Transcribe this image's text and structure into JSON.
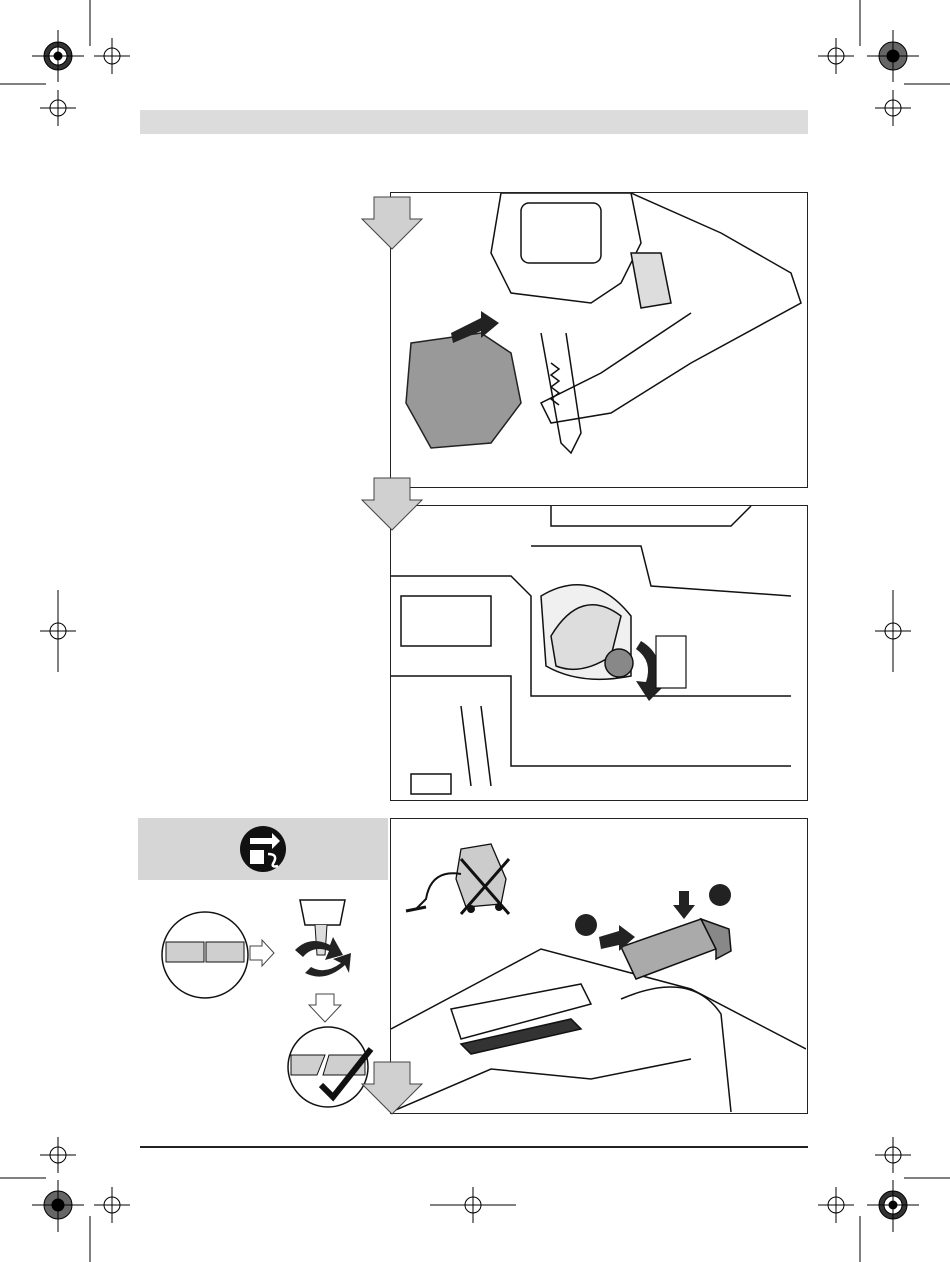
{
  "page": {
    "background": "#ffffff",
    "header_bar_color": "#dcdcdc"
  },
  "panels": [
    {
      "id": "attach-guard",
      "description_icons": [
        "down-arrow-icon",
        "chip-guard-icon",
        "push-arrow-icon"
      ]
    },
    {
      "id": "stroke-selector",
      "description_icons": [
        "down-arrow-icon",
        "lever-icon",
        "rotate-arrow-icon"
      ]
    },
    {
      "id": "dust-extraction",
      "callouts": [
        "",
        ""
      ]
    }
  ],
  "icons": {
    "unplug": "unplug-icon",
    "wood_board": "wood-board-icon",
    "check": "check-mark-icon",
    "vacuum_crossed": "vacuum-crossed-icon"
  }
}
